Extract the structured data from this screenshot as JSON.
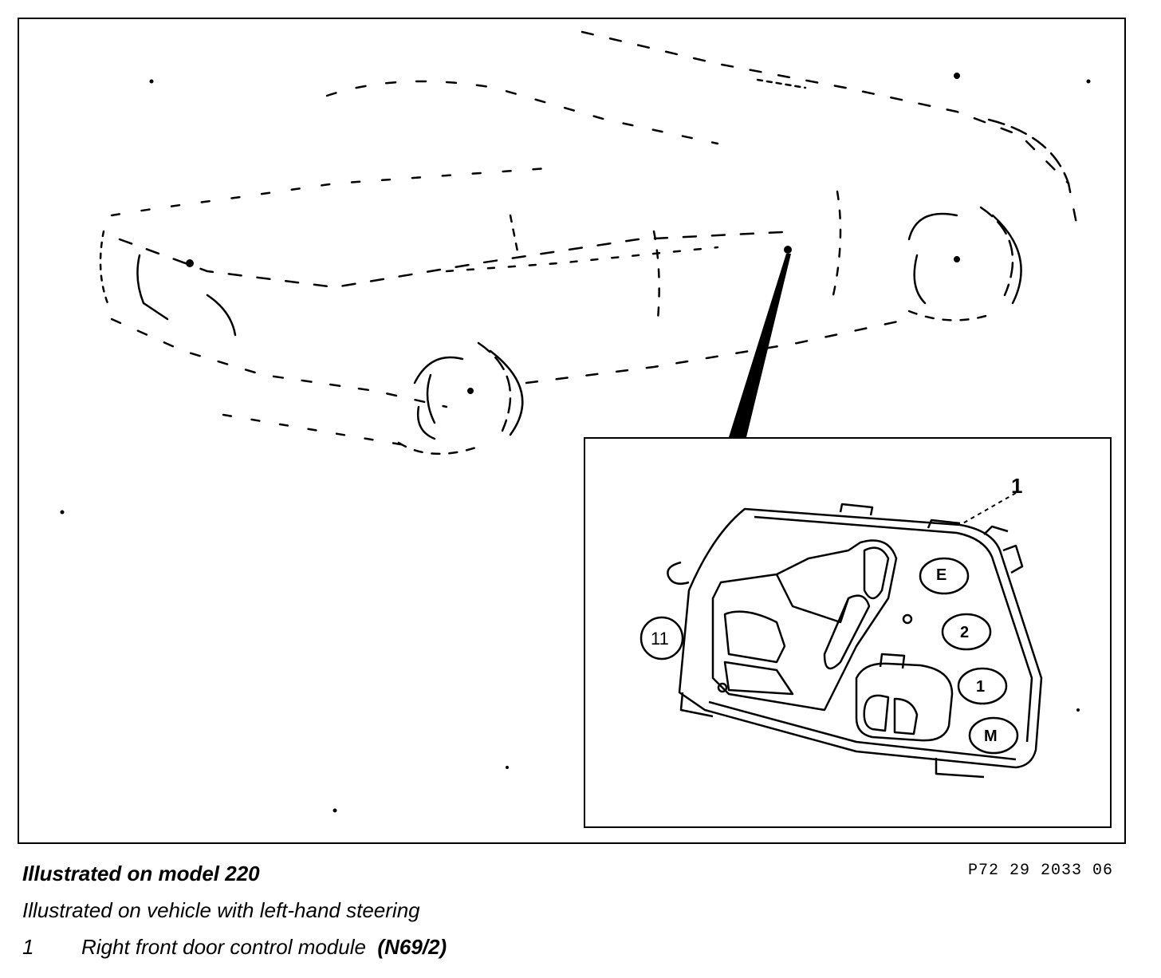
{
  "figure": {
    "callout_number": "1",
    "reference_code": "P72 29 2033 06",
    "switch_labels": {
      "e": "E",
      "two": "2",
      "one": "1",
      "m": "M",
      "side": "11"
    }
  },
  "caption": {
    "title": "Illustrated on model 220",
    "subtitle": "Illustrated on vehicle with left-hand  steering",
    "legend": [
      {
        "number": "1",
        "text": "Right front door control module",
        "code": "(N69/2)"
      }
    ]
  }
}
